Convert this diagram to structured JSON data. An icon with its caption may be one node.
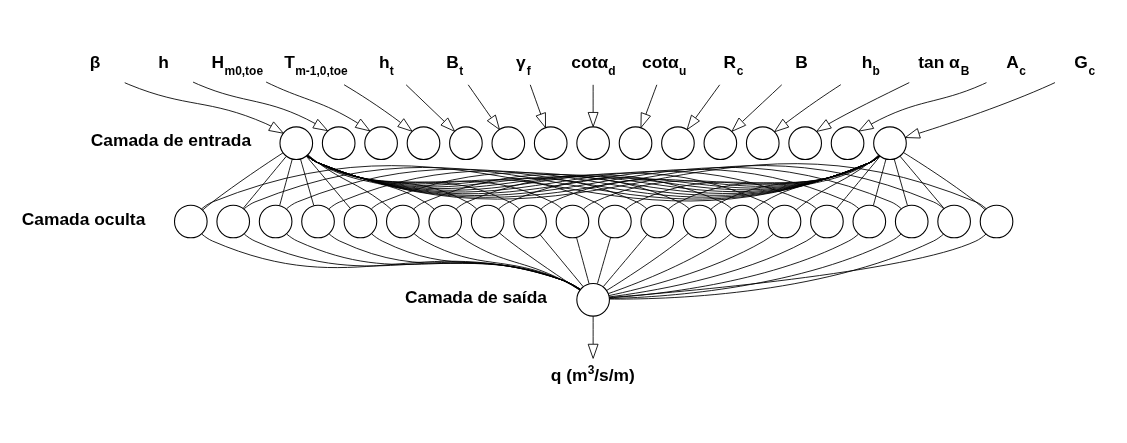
{
  "diagram": {
    "nodes": [
      {
        "text": [
          "β"
        ]
      },
      {
        "text": [
          "h"
        ]
      },
      {
        "text": [
          "H$_{m0,toe}$"
        ]
      },
      {
        "text": [
          "T$_{m-1,0,toe}$"
        ]
      },
      {
        "text": [
          "h$_{t}$"
        ]
      },
      {
        "text": [
          "B$_{t}$"
        ]
      },
      {
        "text": [
          "γ$_{f}$"
        ]
      },
      {
        "text": [
          "cotα$_{d}$"
        ]
      },
      {
        "text": [
          "cotα$_{u}$"
        ]
      },
      {
        "text": [
          "R$_{c}$"
        ]
      },
      {
        "text": [
          "B"
        ]
      },
      {
        "text": [
          "h$_{b}$"
        ]
      },
      {
        "text": [
          "tan α$_{B}$"
        ]
      },
      {
        "text": [
          "A$_{c}$"
        ]
      },
      {
        "text": [
          "G$_{c}$"
        ]
      },
      {
        "text": [],
        "shape": "circle"
      },
      {
        "text": [],
        "shape": "circle"
      },
      {
        "text": [],
        "shape": "circle"
      },
      {
        "text": [],
        "shape": "circle"
      },
      {
        "text": [],
        "shape": "circle"
      },
      {
        "text": [],
        "shape": "circle"
      },
      {
        "text": [],
        "shape": "circle"
      },
      {
        "text": [],
        "shape": "circle"
      },
      {
        "text": [],
        "shape": "circle"
      },
      {
        "text": [],
        "shape": "circle"
      },
      {
        "text": [],
        "shape": "circle"
      },
      {
        "text": [],
        "shape": "circle"
      },
      {
        "text": [],
        "shape": "circle"
      },
      {
        "text": [],
        "shape": "circle"
      },
      {
        "text": [],
        "shape": "circle"
      },
      {
        "text": [],
        "shape": "circle"
      },
      {
        "text": [],
        "shape": "circle"
      },
      {
        "text": [],
        "shape": "circle"
      },
      {
        "text": [],
        "shape": "circle"
      },
      {
        "text": [],
        "shape": "circle"
      },
      {
        "text": [],
        "shape": "circle"
      },
      {
        "text": [],
        "shape": "circle"
      },
      {
        "text": [],
        "shape": "circle"
      },
      {
        "text": [],
        "shape": "circle"
      },
      {
        "text": [],
        "shape": "circle"
      },
      {
        "text": [],
        "shape": "circle"
      },
      {
        "text": [],
        "shape": "circle"
      },
      {
        "text": [],
        "shape": "circle"
      },
      {
        "text": [],
        "shape": "circle"
      },
      {
        "text": [],
        "shape": "circle"
      },
      {
        "text": [],
        "shape": "circle"
      },
      {
        "text": [],
        "shape": "circle"
      },
      {
        "text": [],
        "shape": "circle"
      },
      {
        "text": [],
        "shape": "circle"
      },
      {
        "text": [],
        "shape": "circle"
      },
      {
        "text": [],
        "shape": "circle"
      },
      {
        "text": [
          "q (m$^{3}$/s/m)"
        ]
      }
    ],
    "edges": [
      {
        "from": 0,
        "to": 15,
        "arrow": "to"
      },
      {
        "from": 1,
        "to": 16,
        "arrow": "to"
      },
      {
        "from": 2,
        "to": 17,
        "arrow": "to"
      },
      {
        "from": 3,
        "to": 18,
        "arrow": "to"
      },
      {
        "from": 4,
        "to": 19,
        "arrow": "to"
      },
      {
        "from": 5,
        "to": 20,
        "arrow": "to"
      },
      {
        "from": 6,
        "to": 21,
        "arrow": "to"
      },
      {
        "from": 7,
        "to": 22,
        "arrow": "to"
      },
      {
        "from": 8,
        "to": 23,
        "arrow": "to"
      },
      {
        "from": 9,
        "to": 24,
        "arrow": "to"
      },
      {
        "from": 10,
        "to": 25,
        "arrow": "to"
      },
      {
        "from": 11,
        "to": 26,
        "arrow": "to"
      },
      {
        "from": 12,
        "to": 27,
        "arrow": "to"
      },
      {
        "from": 13,
        "to": 28,
        "arrow": "to"
      },
      {
        "from": 14,
        "to": 29,
        "arrow": "to"
      },
      {
        "from": 15,
        "to": 30,
        "arrow": "none"
      },
      {
        "from": 15,
        "to": 31,
        "arrow": "none"
      },
      {
        "from": 15,
        "to": 32,
        "arrow": "none"
      },
      {
        "from": 15,
        "to": 33,
        "arrow": "none"
      },
      {
        "from": 15,
        "to": 34,
        "arrow": "none"
      },
      {
        "from": 15,
        "to": 35,
        "arrow": "none"
      },
      {
        "from": 15,
        "to": 36,
        "arrow": "none"
      },
      {
        "from": 15,
        "to": 37,
        "arrow": "none"
      },
      {
        "from": 15,
        "to": 38,
        "arrow": "none"
      },
      {
        "from": 15,
        "to": 39,
        "arrow": "none"
      },
      {
        "from": 15,
        "to": 40,
        "arrow": "none"
      },
      {
        "from": 15,
        "to": 41,
        "arrow": "none"
      },
      {
        "from": 15,
        "to": 42,
        "arrow": "none"
      },
      {
        "from": 15,
        "to": 43,
        "arrow": "none"
      },
      {
        "from": 15,
        "to": 44,
        "arrow": "none"
      },
      {
        "from": 15,
        "to": 45,
        "arrow": "none"
      },
      {
        "from": 15,
        "to": 46,
        "arrow": "none"
      },
      {
        "from": 15,
        "to": 47,
        "arrow": "none"
      },
      {
        "from": 15,
        "to": 48,
        "arrow": "none"
      },
      {
        "from": 15,
        "to": 49,
        "arrow": "none"
      },
      {
        "from": 29,
        "to": 30,
        "arrow": "none"
      },
      {
        "from": 29,
        "to": 31,
        "arrow": "none"
      },
      {
        "from": 29,
        "to": 32,
        "arrow": "none"
      },
      {
        "from": 29,
        "to": 33,
        "arrow": "none"
      },
      {
        "from": 29,
        "to": 34,
        "arrow": "none"
      },
      {
        "from": 29,
        "to": 35,
        "arrow": "none"
      },
      {
        "from": 29,
        "to": 36,
        "arrow": "none"
      },
      {
        "from": 29,
        "to": 37,
        "arrow": "none"
      },
      {
        "from": 29,
        "to": 38,
        "arrow": "none"
      },
      {
        "from": 29,
        "to": 39,
        "arrow": "none"
      },
      {
        "from": 29,
        "to": 40,
        "arrow": "none"
      },
      {
        "from": 29,
        "to": 41,
        "arrow": "none"
      },
      {
        "from": 29,
        "to": 42,
        "arrow": "none"
      },
      {
        "from": 29,
        "to": 43,
        "arrow": "none"
      },
      {
        "from": 29,
        "to": 44,
        "arrow": "none"
      },
      {
        "from": 29,
        "to": 45,
        "arrow": "none"
      },
      {
        "from": 29,
        "to": 46,
        "arrow": "none"
      },
      {
        "from": 29,
        "to": 47,
        "arrow": "none"
      },
      {
        "from": 29,
        "to": 48,
        "arrow": "none"
      },
      {
        "from": 29,
        "to": 49,
        "arrow": "none"
      },
      {
        "from": 30,
        "to": 50,
        "arrow": "none"
      },
      {
        "from": 31,
        "to": 50,
        "arrow": "none"
      },
      {
        "from": 32,
        "to": 50,
        "arrow": "none"
      },
      {
        "from": 33,
        "to": 50,
        "arrow": "none"
      },
      {
        "from": 34,
        "to": 50,
        "arrow": "none"
      },
      {
        "from": 35,
        "to": 50,
        "arrow": "none"
      },
      {
        "from": 36,
        "to": 50,
        "arrow": "none"
      },
      {
        "from": 37,
        "to": 50,
        "arrow": "none"
      },
      {
        "from": 38,
        "to": 50,
        "arrow": "none"
      },
      {
        "from": 39,
        "to": 50,
        "arrow": "none"
      },
      {
        "from": 40,
        "to": 50,
        "arrow": "none"
      },
      {
        "from": 41,
        "to": 50,
        "arrow": "none"
      },
      {
        "from": 42,
        "to": 50,
        "arrow": "none"
      },
      {
        "from": 43,
        "to": 50,
        "arrow": "none"
      },
      {
        "from": 44,
        "to": 50,
        "arrow": "none"
      },
      {
        "from": 45,
        "to": 50,
        "arrow": "none"
      },
      {
        "from": 46,
        "to": 50,
        "arrow": "none"
      },
      {
        "from": 47,
        "to": 50,
        "arrow": "none"
      },
      {
        "from": 48,
        "to": 50,
        "arrow": "none"
      },
      {
        "from": 49,
        "to": 50,
        "arrow": "none"
      },
      {
        "from": 50,
        "to": 51,
        "arrow": "to"
      }
    ],
    "labels": [
      "Camada de entrada",
      "Camada oculta",
      "Camada de saída"
    ]
  }
}
